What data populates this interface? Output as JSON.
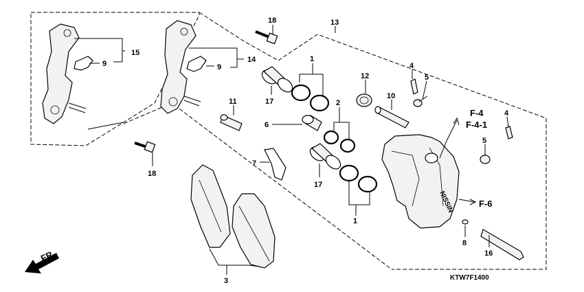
{
  "diagram": {
    "callouts": {
      "c1a": "1",
      "c1b": "1",
      "c2": "2",
      "c3": "3",
      "c4a": "4",
      "c4b": "4",
      "c5a": "5",
      "c5b": "5",
      "c6": "6",
      "c7": "7",
      "c8": "8",
      "c9a": "9",
      "c9b": "9",
      "c10": "10",
      "c11": "11",
      "c12": "12",
      "c13": "13",
      "c14": "14",
      "c15": "15",
      "c16": "16",
      "c17a": "17",
      "c17b": "17",
      "c18a": "18",
      "c18b": "18"
    },
    "references": {
      "f4": "F-4",
      "f41": "F-4-1",
      "f6": "F-6",
      "front": "FR."
    },
    "caliper_marking": "NISSIN",
    "diagram_code": "KTW7F1400"
  }
}
